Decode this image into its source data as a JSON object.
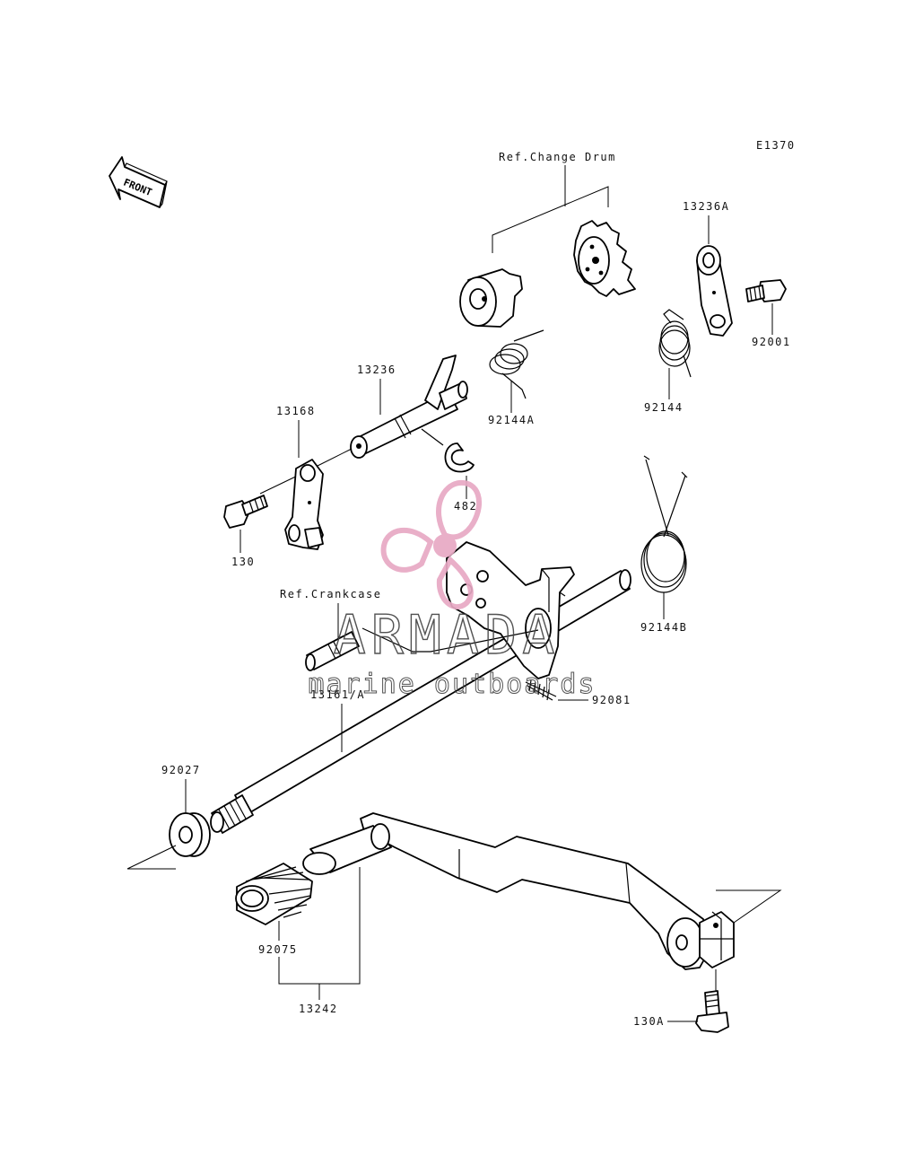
{
  "diagram_code": "E1370",
  "front_label": "FRONT",
  "references": {
    "change_drum": "Ref.Change Drum",
    "crankcase": "Ref.Crankcase"
  },
  "parts": [
    {
      "id": "p13236A",
      "label": "13236A"
    },
    {
      "id": "p92001",
      "label": "92001"
    },
    {
      "id": "p92144",
      "label": "92144"
    },
    {
      "id": "p92144A",
      "label": "92144A"
    },
    {
      "id": "p13236",
      "label": "13236"
    },
    {
      "id": "p13168",
      "label": "13168"
    },
    {
      "id": "p130",
      "label": "130"
    },
    {
      "id": "p482",
      "label": "482"
    },
    {
      "id": "p92144B",
      "label": "92144B"
    },
    {
      "id": "p92081",
      "label": "92081"
    },
    {
      "id": "p13161A",
      "label": "13161/A"
    },
    {
      "id": "p92027",
      "label": "92027"
    },
    {
      "id": "p92075",
      "label": "92075"
    },
    {
      "id": "p13242",
      "label": "13242"
    },
    {
      "id": "p130A",
      "label": "130A"
    }
  ],
  "watermark": {
    "brand": "ARMADA",
    "tagline": "marine outboards",
    "brand_color": "#e8a9c4",
    "text_color": "#444444"
  }
}
